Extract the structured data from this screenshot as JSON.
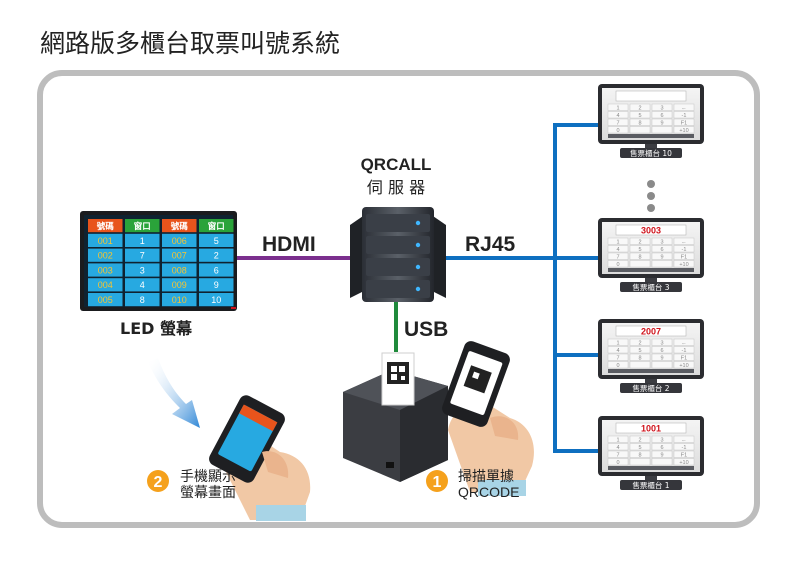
{
  "title": "網路版多櫃台取票叫號系統",
  "server": {
    "line1": "QRCALL",
    "line2": "伺 服 器"
  },
  "links": {
    "hdmi": "HDMI",
    "rj45": "RJ45",
    "usb": "USB"
  },
  "led": {
    "label": "LED 螢幕",
    "headers": [
      "號碼",
      "窗口",
      "號碼",
      "窗口"
    ],
    "rows": [
      [
        "001",
        "1",
        "006",
        "5"
      ],
      [
        "002",
        "7",
        "007",
        "2"
      ],
      [
        "003",
        "3",
        "008",
        "6"
      ],
      [
        "004",
        "4",
        "009",
        "9"
      ],
      [
        "005",
        "8",
        "010",
        "10"
      ]
    ]
  },
  "steps": [
    {
      "num": "1",
      "line1": "掃描單據",
      "line2": "QRCODE"
    },
    {
      "num": "2",
      "line1": "手機顯示",
      "line2": "螢幕畫面"
    }
  ],
  "counters": [
    {
      "name": "售票櫃台 10",
      "display": ""
    },
    {
      "name": "售票櫃台 3",
      "display": "3003"
    },
    {
      "name": "售票櫃台 2",
      "display": "2007"
    },
    {
      "name": "售票櫃台 1",
      "display": "1001"
    }
  ],
  "colors": {
    "hdmi": "#7b2f8e",
    "rj45": "#0e6fc0",
    "usb": "#1f8a3b",
    "frame": "#bdbdbd",
    "step": "#f5a11c",
    "led_header_orange": "#e8541c",
    "led_header_green": "#2aa33a",
    "led_cell": "#27a9e1",
    "counter_red": "#d0121b"
  }
}
